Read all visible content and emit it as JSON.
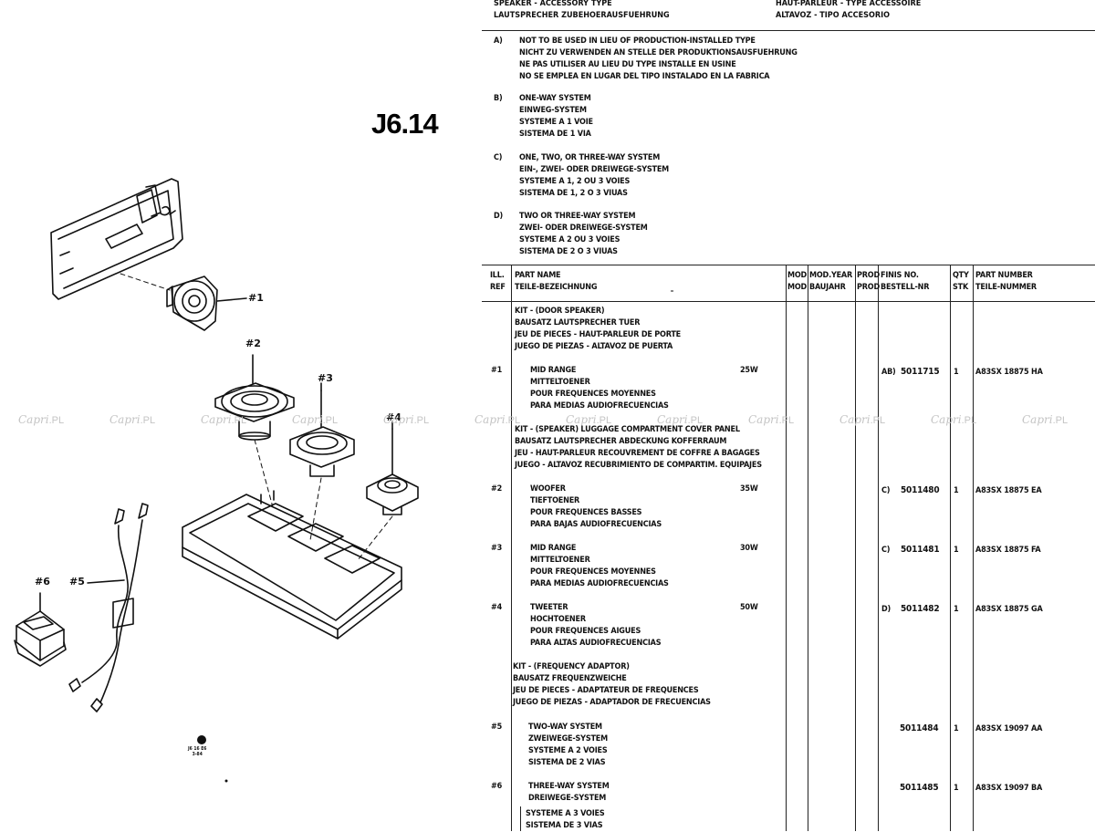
{
  "top_left_title": [
    "SPEAKER - ACCESSORY TYPE",
    "LAUTSPRECHER ZUBEHOERAUSFUEHRUNG"
  ],
  "top_right_title": [
    "HAUT-PARLEUR - TYPE ACCESSOIRE",
    "ALTAVOZ - TIPO ACCESORIO"
  ],
  "page_number": "J6.14",
  "notes": [
    {
      "code": "A)",
      "lines": [
        "NOT TO BE USED IN LIEU OF PRODUCTION-INSTALLED TYPE",
        "NICHT ZU VERWENDEN AN STELLE DER PRODUKTIONSAUSFUEHRUNG",
        "NE PAS UTILISER AU LIEU DU TYPE INSTALLE EN USINE",
        "NO SE EMPLEA EN LUGAR DEL TIPO INSTALADO EN LA FABRICA"
      ]
    },
    {
      "code": "B)",
      "lines": [
        "ONE-WAY SYSTEM",
        "EINWEG-SYSTEM",
        "SYSTEME A 1 VOIE",
        "SISTEMA DE 1 VIA"
      ]
    },
    {
      "code": "C)",
      "lines": [
        "ONE, TWO, OR THREE-WAY SYSTEM",
        "EIN-, ZWEI- ODER DREIWEGE-SYSTEM",
        "SYSTEME A 1, 2 OU 3 VOIES",
        "SISTEMA DE 1, 2 O 3 VIUAS"
      ]
    },
    {
      "code": "D)",
      "lines": [
        "TWO OR THREE-WAY SYSTEM",
        "ZWEI- ODER DREIWEGE-SYSTEM",
        "SYSTEME A 2 OU 3 VOIES",
        "SISTEMA DE 2 O 3 VIUAS"
      ]
    }
  ],
  "table_headers": {
    "ill_ref": [
      "ILL.",
      "REF"
    ],
    "part_name": [
      "PART NAME",
      "TEILE-BEZEICHNUNG"
    ],
    "mod": [
      "MOD",
      "MOD"
    ],
    "mod_year": [
      "MOD.YEAR",
      "BAUJAHR"
    ],
    "prod": [
      "PROD",
      "PROD"
    ],
    "finis_no": [
      "FINIS NO.",
      "BESTELL-NR"
    ],
    "qty": [
      "QTY",
      "STK"
    ],
    "part_number": [
      "PART NUMBER",
      "TEILE-NUMMER"
    ]
  },
  "kits": [
    {
      "lines": [
        "KIT - (DOOR SPEAKER)",
        "BAUSATZ LAUTSPRECHER TUER",
        "JEU DE PIECES - HAUT-PARLEUR DE PORTE",
        "JUEGO DE PIEZAS - ALTAVOZ DE PUERTA"
      ]
    },
    {
      "lines": [
        "KIT - (SPEAKER)   LUGGAGE COMPARTMENT COVER PANEL",
        "BAUSATZ LAUTSPRECHER ABDECKUNG KOFFERRAUM",
        "JEU - HAUT-PARLEUR RECOUVREMENT DE COFFRE A BAGAGES",
        "JUEGO - ALTAVOZ RECUBRIMIENTO DE COMPARTIM. EQUIPAJES"
      ]
    },
    {
      "lines": [
        "KIT - (FREQUENCY ADAPTOR)",
        "BAUSATZ FREQUENZWEICHE",
        "JEU DE PIECES - ADAPTATEUR DE FREQUENCES",
        "JUEGO DE PIEZAS - ADAPTADOR DE FRECUENCIAS"
      ]
    }
  ],
  "parts": [
    {
      "ref": "#1",
      "lines": [
        "MID RANGE",
        "MITTELTOENER",
        "POUR FREQUENCES MOYENNES",
        "PARA MEDIAS AUDIOFRECUENCIAS"
      ],
      "watts": "25W",
      "note": "AB)",
      "finis": "5011715",
      "qty": "1",
      "part_number": "A83SX 18875 HA"
    },
    {
      "ref": "#2",
      "lines": [
        "WOOFER",
        "TIEFTOENER",
        "POUR FREQUENCES BASSES",
        "PARA BAJAS AUDIOFRECUENCIAS"
      ],
      "watts": "35W",
      "note": "C)",
      "finis": "5011480",
      "qty": "1",
      "part_number": "A83SX 18875 EA"
    },
    {
      "ref": "#3",
      "lines": [
        "MID RANGE",
        "MITTELTOENER",
        "POUR FREQUENCES MOYENNES",
        "PARA MEDIAS AUDIOFRECUENCIAS"
      ],
      "watts": "30W",
      "note": "C)",
      "finis": "5011481",
      "qty": "1",
      "part_number": "A83SX 18875 FA"
    },
    {
      "ref": "#4",
      "lines": [
        "TWEETER",
        "HOCHTOENER",
        "POUR FREQUENCES AIGUES",
        "PARA ALTAS AUDIOFRECUENCIAS"
      ],
      "watts": "50W",
      "note": "D)",
      "finis": "5011482",
      "qty": "1",
      "part_number": "A83SX 18875 GA"
    },
    {
      "ref": "#5",
      "lines": [
        "TWO-WAY SYSTEM",
        "ZWEIWEGE-SYSTEM",
        "SYSTEME A 2 VOIES",
        "SISTEMA DE 2 VIAS"
      ],
      "watts": "",
      "note": "",
      "finis": "5011484",
      "qty": "1",
      "part_number": "A83SX 19097 AA"
    },
    {
      "ref": "#6",
      "lines": [
        "THREE-WAY SYSTEM",
        "DREIWEGE-SYSTEM",
        "SYSTEME A 3 VOIES",
        "SISTEMA DE 3 VIAS"
      ],
      "watts": "",
      "note": "",
      "finis": "5011485",
      "qty": "1",
      "part_number": "A83SX 19097 BA"
    }
  ],
  "callouts": [
    "#1",
    "#2",
    "#3",
    "#4",
    "#5",
    "#6"
  ],
  "diagram_code": [
    "J6 16 E6",
    "3-84"
  ],
  "watermark": {
    "script": "Capri",
    "suffix": ".PL"
  }
}
